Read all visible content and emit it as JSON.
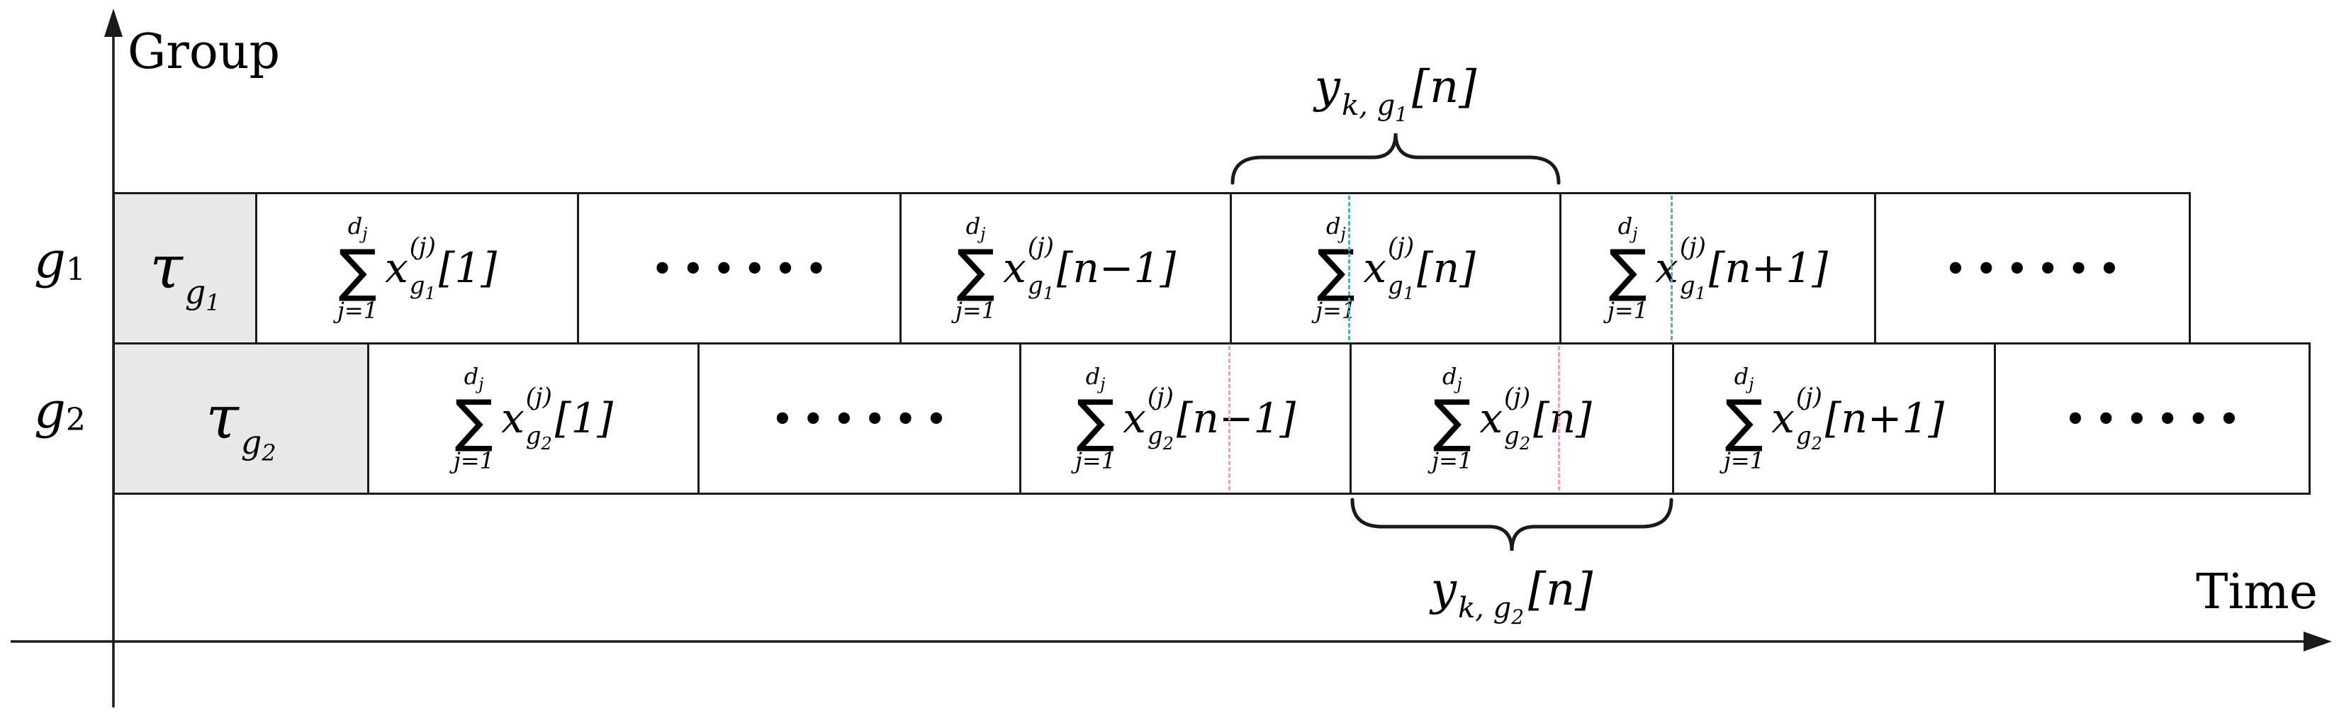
{
  "colors": {
    "box_border": "#1a1a1a",
    "axis": "#1a1a1a",
    "tau_fill": "#e8e8e8",
    "blue_dash": "#55AEC0",
    "pink_dash": "#F29FBA"
  },
  "symbols": {
    "sigma": "∑",
    "dots": "••••••"
  },
  "axes": {
    "group_label": "Group",
    "time_label": "Time"
  },
  "sum_common": {
    "limit_top_base": "d",
    "limit_top_sub": "j",
    "limit_bottom": "j=1",
    "base": "x",
    "sup": "(j)",
    "sub_base": "g"
  },
  "tau": {
    "base": "τ",
    "sub_base": "g"
  },
  "rows": {
    "g1": {
      "label_base": "g",
      "label_sub": "1",
      "args": {
        "first": "[1]",
        "nminus": "[n−1]",
        "n": "[n]",
        "nplus": "[n+1]"
      }
    },
    "g2": {
      "label_base": "g",
      "label_sub": "2",
      "args": {
        "first": "[1]",
        "nminus": "[n−1]",
        "n": "[n]",
        "nplus": "[n+1]"
      }
    }
  },
  "braces": {
    "top": {
      "base": "y",
      "sub_pre": "k, g",
      "sub_idx": "1",
      "arg": "[n]"
    },
    "bottom": {
      "base": "y",
      "sub_pre": "k, g",
      "sub_idx": "2",
      "arg": "[n]"
    }
  }
}
